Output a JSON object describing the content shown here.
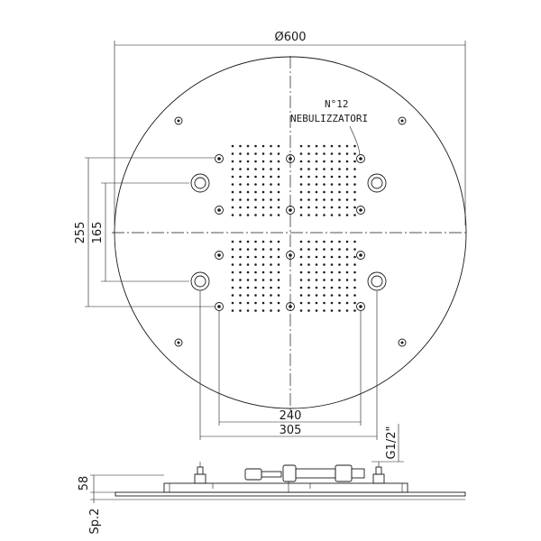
{
  "dimensions": {
    "diameter": "Ø600",
    "nozzle_count": "N°12",
    "nozzle_label": "NEBULIZZATORI",
    "height_outer": "255",
    "height_inner": "165",
    "width_inner": "240",
    "width_outer": "305",
    "thread": "G1/2\"",
    "side_height": "58",
    "side_thickness": "Sp.2"
  },
  "icons": {
    "nozzle": "nozzle-ring-icon",
    "jet": "jet-ring-icon",
    "mount": "mount-hole-icon"
  }
}
